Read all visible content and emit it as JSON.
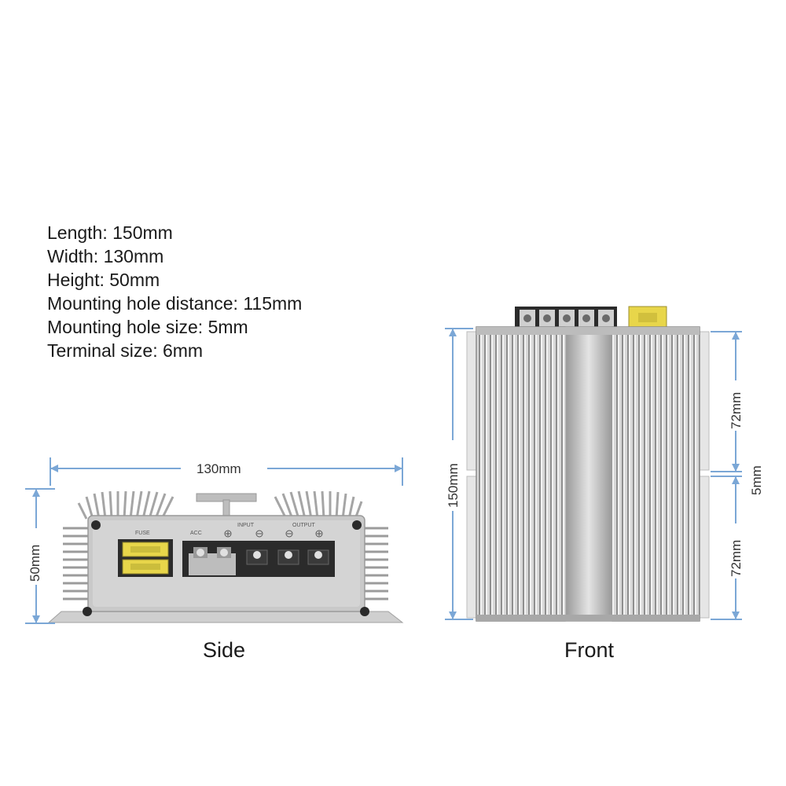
{
  "specs": [
    "Length: 150mm",
    "Width: 130mm",
    "Height: 50mm",
    "Mounting hole distance: 115mm",
    "Mounting hole size: 5mm",
    "Terminal size: 6mm"
  ],
  "side_view": {
    "caption": "Side",
    "width_dim": "130mm",
    "height_dim": "50mm",
    "panel_labels": {
      "fuse": "FUSE",
      "acc": "ACC",
      "input": "INPUT",
      "output": "OUTPUT"
    }
  },
  "front_view": {
    "caption": "Front",
    "length_dim": "150mm",
    "hole_dim_upper": "72mm",
    "hole_dim_gap": "5mm",
    "hole_dim_lower": "72mm"
  },
  "colors": {
    "dimension_line": "#7ba7d6",
    "housing": "#c9c9c9",
    "terminal_block": "#2b2b2b",
    "fuse": "#e8d64a"
  }
}
